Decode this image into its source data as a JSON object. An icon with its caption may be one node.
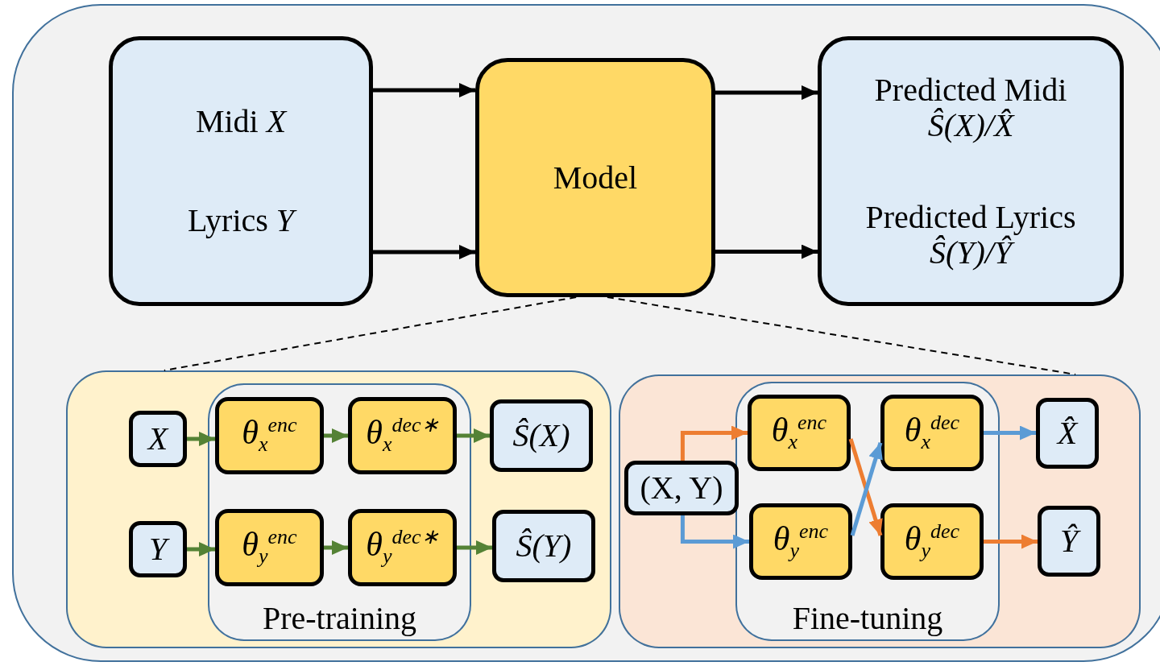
{
  "diagram": {
    "nodes": [
      {
        "text": [
          "Midi *X*",
          "Lyrics *Y*"
        ]
      },
      {
        "text": [
          "Model"
        ]
      },
      {
        "text": [
          "Predicted Midi",
          "Ŝ(X)/X̂",
          "Predicted Lyrics",
          "Ŝ(Y)/Ŷ"
        ]
      },
      {
        "text": [],
        "shape": "box"
      },
      {
        "text": [
          "Pre-training"
        ],
        "in": 3
      },
      {
        "text": [
          "X"
        ],
        "in": 3
      },
      {
        "text": [
          "Y"
        ],
        "in": 3
      },
      {
        "text": [
          "θ$_{x}$$^{enc}$"
        ],
        "in": 4
      },
      {
        "text": [
          "θ$_{x}$$^{dec∗}$"
        ],
        "in": 4
      },
      {
        "text": [
          "θ$_{y}$$^{enc}$"
        ],
        "in": 4
      },
      {
        "text": [
          "θ$_{y}$$^{dec∗}$"
        ],
        "in": 4
      },
      {
        "text": [
          "Ŝ(X)"
        ],
        "in": 3
      },
      {
        "text": [
          "Ŝ(Y)"
        ],
        "in": 3
      },
      {
        "text": [],
        "shape": "box"
      },
      {
        "text": [
          "Fine-tuning"
        ],
        "in": 13
      },
      {
        "text": [
          "(X, Y)"
        ],
        "in": 13
      },
      {
        "text": [
          "θ$_{x}$$^{enc}$"
        ],
        "in": 14
      },
      {
        "text": [
          "θ$_{x}$$^{dec}$"
        ],
        "in": 14
      },
      {
        "text": [
          "θ$_{y}$$^{enc}$"
        ],
        "in": 14
      },
      {
        "text": [
          "θ$_{y}$$^{dec}$"
        ],
        "in": 14
      },
      {
        "text": [
          "X̂"
        ],
        "in": 13
      },
      {
        "text": [
          "Ŷ"
        ],
        "in": 13
      }
    ],
    "edges": [
      {
        "from": 0,
        "to": 1,
        "arrow": "to"
      },
      {
        "from": 0,
        "to": 1,
        "arrow": "to"
      },
      {
        "from": 1,
        "to": 2,
        "arrow": "to"
      },
      {
        "from": 1,
        "to": 2,
        "arrow": "to"
      },
      {
        "from": 1,
        "to": 3,
        "arrow": "none",
        "style": "dashed"
      },
      {
        "from": 1,
        "to": 13,
        "arrow": "none",
        "style": "dashed"
      },
      {
        "from": 5,
        "to": 7,
        "arrow": "to",
        "color": "#548235"
      },
      {
        "from": 7,
        "to": 8,
        "arrow": "to",
        "color": "#548235"
      },
      {
        "from": 8,
        "to": 11,
        "arrow": "to",
        "color": "#548235"
      },
      {
        "from": 6,
        "to": 9,
        "arrow": "to",
        "color": "#548235"
      },
      {
        "from": 9,
        "to": 10,
        "arrow": "to",
        "color": "#548235"
      },
      {
        "from": 10,
        "to": 12,
        "arrow": "to",
        "color": "#548235"
      },
      {
        "from": 15,
        "to": 16,
        "arrow": "to",
        "color": "#ed7d31"
      },
      {
        "from": 15,
        "to": 18,
        "arrow": "to",
        "color": "#5b9bd5"
      },
      {
        "from": 16,
        "to": 19,
        "arrow": "to",
        "color": "#ed7d31"
      },
      {
        "from": 18,
        "to": 17,
        "arrow": "to",
        "color": "#5b9bd5"
      },
      {
        "from": 17,
        "to": 20,
        "arrow": "to",
        "color": "#5b9bd5"
      },
      {
        "from": 19,
        "to": 21,
        "arrow": "to",
        "color": "#ed7d31"
      }
    ]
  }
}
